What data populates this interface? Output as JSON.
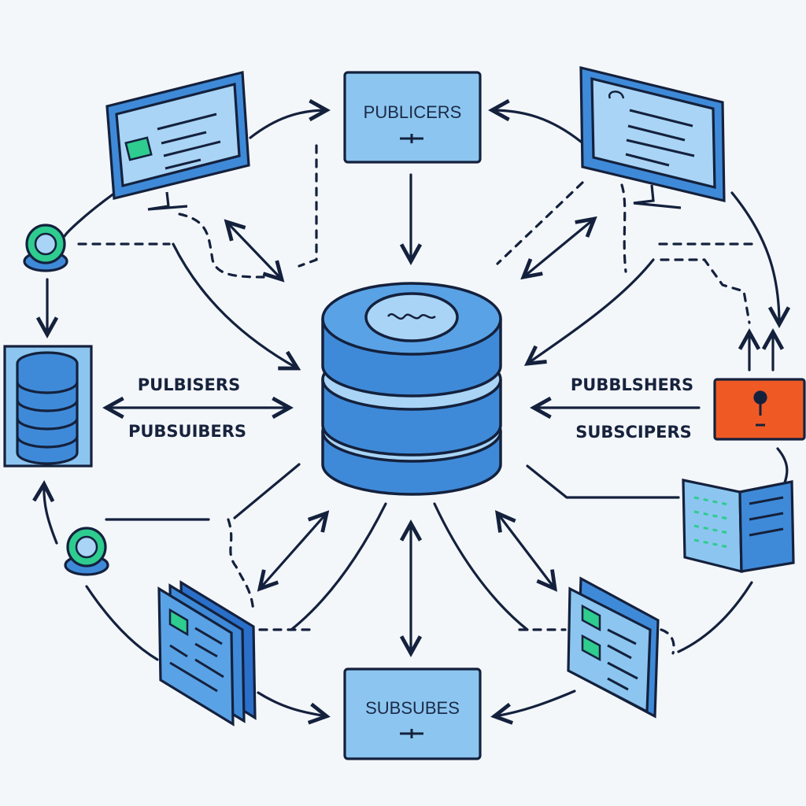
{
  "diagram": {
    "top_box": {
      "label": "PUBLICERS"
    },
    "bottom_box": {
      "label": "SUBSUBES"
    },
    "left_labels": {
      "top": "PULBISERS",
      "bottom": "PUBSUIBERS"
    },
    "right_labels": {
      "top": "PUBBLSHERS",
      "bottom": "SUBSCIPERS"
    },
    "colors": {
      "outline": "#14213d",
      "box_fill": "#8cc6f0",
      "blue_mid": "#3f8ad8",
      "blue_dark": "#2a6fc9",
      "blue_light": "#a9d4f5",
      "green": "#2ecc8f",
      "orange": "#ef5a24",
      "background": "#f4f7fa"
    },
    "icons": [
      "monitor-icon",
      "database-icon",
      "server-stack-icon",
      "globe-node-icon",
      "document-stack-icon",
      "open-book-icon",
      "lock-icon",
      "document-card-icon"
    ]
  }
}
